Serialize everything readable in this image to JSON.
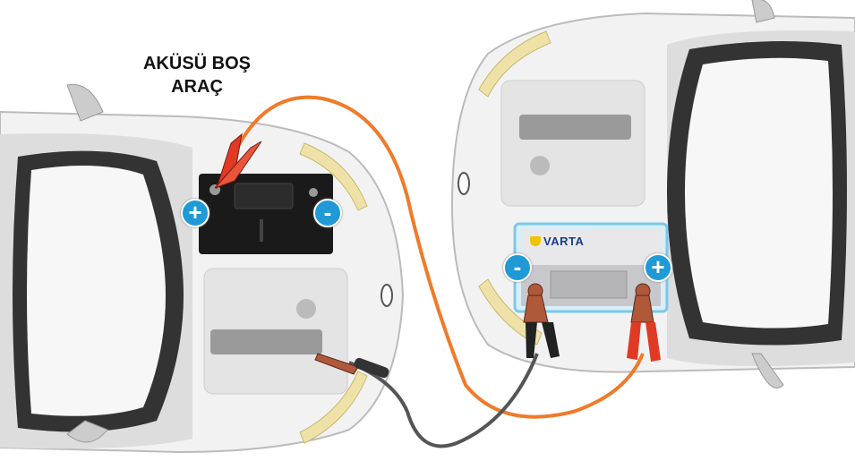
{
  "label": {
    "line1": "AKÜSÜ BOŞ",
    "line2": "ARAÇ"
  },
  "left_battery": {
    "positive": "+",
    "negative": "-"
  },
  "right_battery": {
    "brand": "VARTA",
    "positive": "+",
    "negative": "-"
  },
  "colors": {
    "positive_cable": "#f07a2a",
    "negative_cable": "#555555",
    "terminal_badge": "#1f9ad6",
    "clamp_red": "#e03a25"
  }
}
